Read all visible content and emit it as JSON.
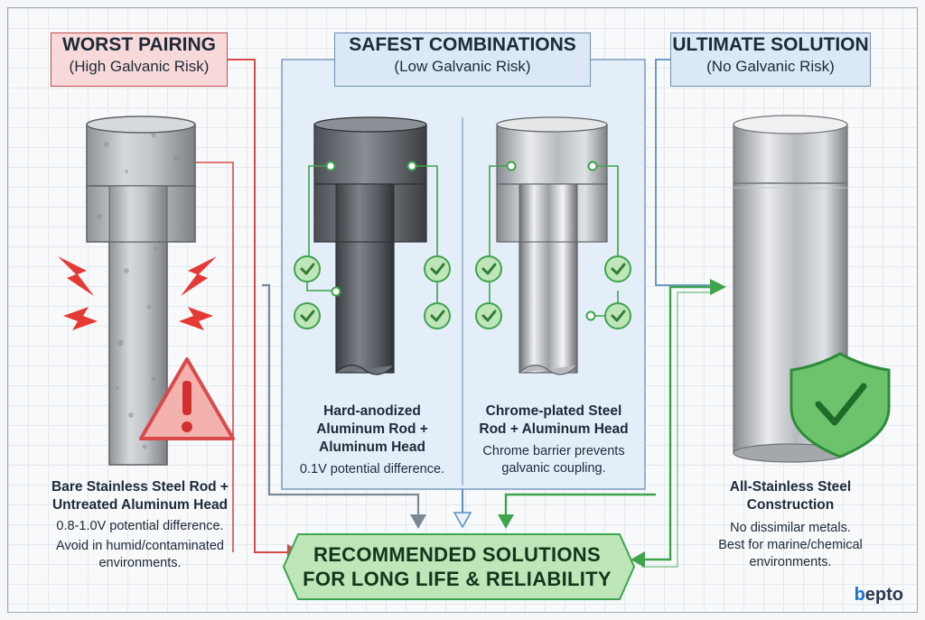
{
  "columns": {
    "worst": {
      "title": "WORST PAIRING",
      "subtitle": "(High Galvanic Risk)",
      "caption_bold_1": "Bare Stainless Steel Rod +",
      "caption_bold_2": "Untreated Aluminum Head",
      "note_1": "0.8-1.0V potential difference.",
      "note_2": "Avoid in humid/contaminated",
      "note_3": "environments."
    },
    "safest": {
      "title": "SAFEST COMBINATIONS",
      "subtitle": "(Low Galvanic Risk)",
      "anodized": {
        "caption_1": "Hard-anodized",
        "caption_2": "Aluminum Rod +",
        "caption_3": "Aluminum Head",
        "note": "0.1V potential difference."
      },
      "chrome": {
        "caption_1": "Chrome-plated Steel",
        "caption_2": "Rod + Aluminum Head",
        "note_1": "Chrome barrier prevents",
        "note_2": "galvanic coupling."
      }
    },
    "ultimate": {
      "title": "ULTIMATE SOLUTION",
      "subtitle": "(No Galvanic Risk)",
      "caption_1": "All-Stainless Steel",
      "caption_2": "Construction",
      "note_1": "No dissimilar metals.",
      "note_2": "Best for marine/chemical",
      "note_3": "environments."
    }
  },
  "banner": {
    "line_1": "RECOMMENDED SOLUTIONS",
    "line_2": "FOR LONG LIFE & RELIABILITY"
  },
  "logo": {
    "mark": "b",
    "rest": "epto"
  },
  "icons": {
    "warning": "warning-triangle-icon",
    "lightning": "lightning-icon",
    "check": "check-circle-icon",
    "shield": "shield-check-icon"
  },
  "colors": {
    "risk_red": "#d94a4a",
    "safe_green": "#3ea44c",
    "connector_blue": "#5a8fc4",
    "header_blue": "#dbe9f6",
    "header_red": "#f8d9d9",
    "banner_green": "#bfe6b8"
  }
}
